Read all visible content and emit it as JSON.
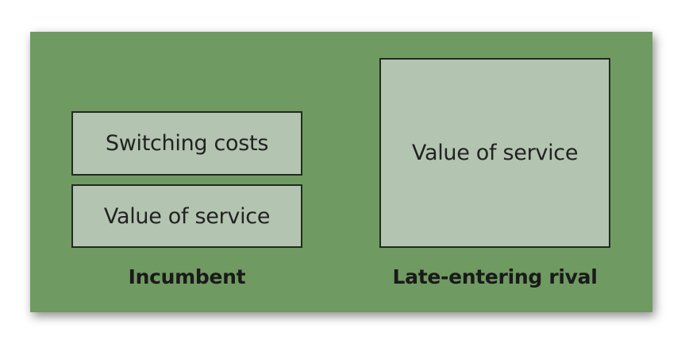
{
  "diagram": {
    "incumbent": {
      "boxes": [
        "Switching costs",
        "Value of service"
      ],
      "label": "Incumbent"
    },
    "rival": {
      "boxes": [
        "Value of service"
      ],
      "label": "Late-entering rival"
    }
  },
  "colors": {
    "panel_background": "#6f9a62",
    "box_fill": "#b3c5b1",
    "box_border": "#222a20",
    "text": "#222222"
  }
}
